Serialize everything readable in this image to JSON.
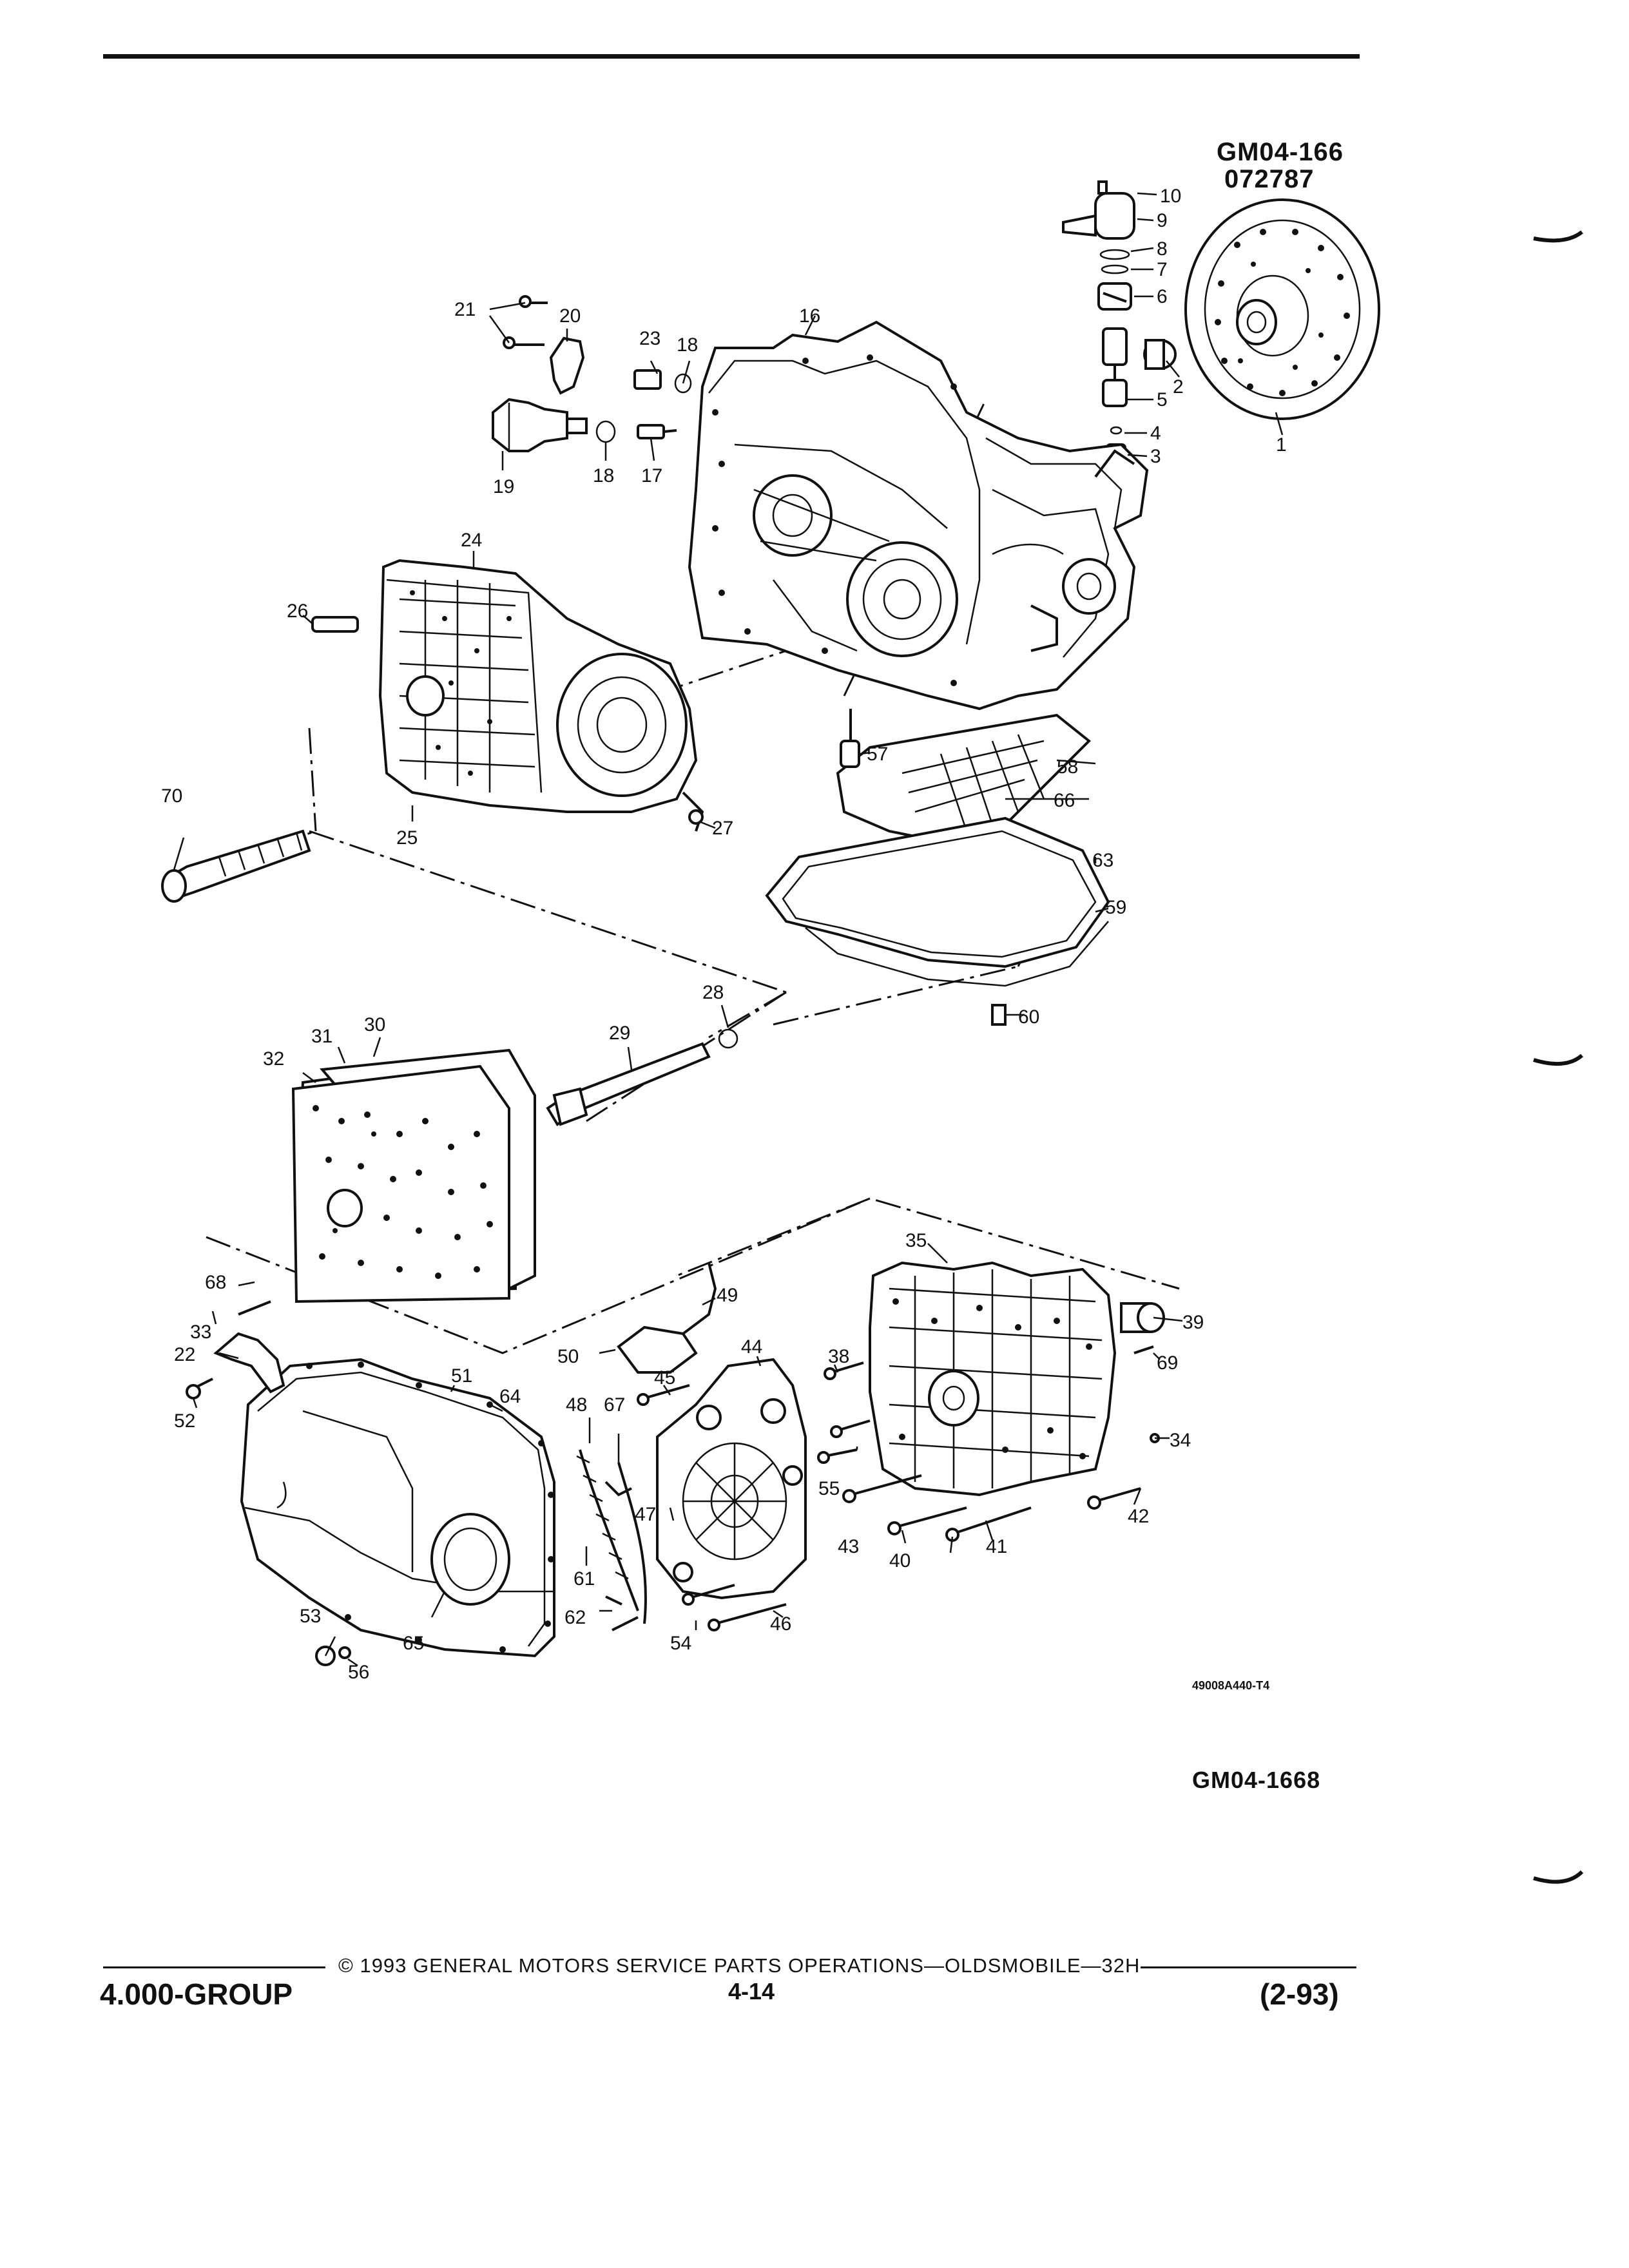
{
  "header": {
    "figure_code": "GM04-166",
    "figure_number": "072787"
  },
  "diagram": {
    "illustration_code": "49008A440-T4",
    "callouts": [
      "1",
      "2",
      "3",
      "4",
      "5",
      "6",
      "7",
      "8",
      "9",
      "10",
      "16",
      "17",
      "18",
      "18b",
      "19",
      "20",
      "21",
      "22",
      "23",
      "24",
      "25",
      "26",
      "27",
      "28",
      "29",
      "30",
      "31",
      "32",
      "33",
      "34",
      "35",
      "38",
      "39",
      "40",
      "41",
      "42",
      "43",
      "44",
      "45",
      "46",
      "47",
      "48",
      "49",
      "50",
      "51",
      "52",
      "53",
      "54",
      "55",
      "56",
      "57",
      "58",
      "59",
      "60",
      "61",
      "62",
      "63",
      "64",
      "65",
      "66",
      "67",
      "68",
      "69",
      "70"
    ],
    "callout_text": {
      "1": "1",
      "2": "2",
      "3": "3",
      "4": "4",
      "5": "5",
      "6": "6",
      "7": "7",
      "8": "8",
      "9": "9",
      "10": "10",
      "16": "16",
      "17": "17",
      "18": "18",
      "18b": "18",
      "19": "19",
      "20": "20",
      "21": "21",
      "22": "22",
      "23": "23",
      "24": "24",
      "25": "25",
      "26": "26",
      "27": "27",
      "28": "28",
      "29": "29",
      "30": "30",
      "31": "31",
      "32": "32",
      "33": "33",
      "34": "34",
      "35": "35",
      "38": "38",
      "39": "39",
      "40": "40",
      "41": "41",
      "42": "42",
      "43": "43",
      "44": "44",
      "45": "45",
      "46": "46",
      "47": "47",
      "48": "48",
      "49": "49",
      "50": "50",
      "51": "51",
      "52": "52",
      "53": "53",
      "54": "54",
      "55": "55",
      "56": "56",
      "57": "57",
      "58": "58",
      "59": "59",
      "60": "60",
      "61": "61",
      "62": "62",
      "63": "63",
      "64": "64",
      "65": "65",
      "66": "66",
      "67": "67",
      "68": "68",
      "69": "69",
      "70": "70"
    }
  },
  "caption": {
    "figure_code": "GM04-1668"
  },
  "footer": {
    "copyright": "© 1993 GENERAL MOTORS SERVICE PARTS OPERATIONS—OLDSMOBILE—32H",
    "group": "4.000-GROUP",
    "page": "4-14",
    "date": "(2-93)"
  }
}
